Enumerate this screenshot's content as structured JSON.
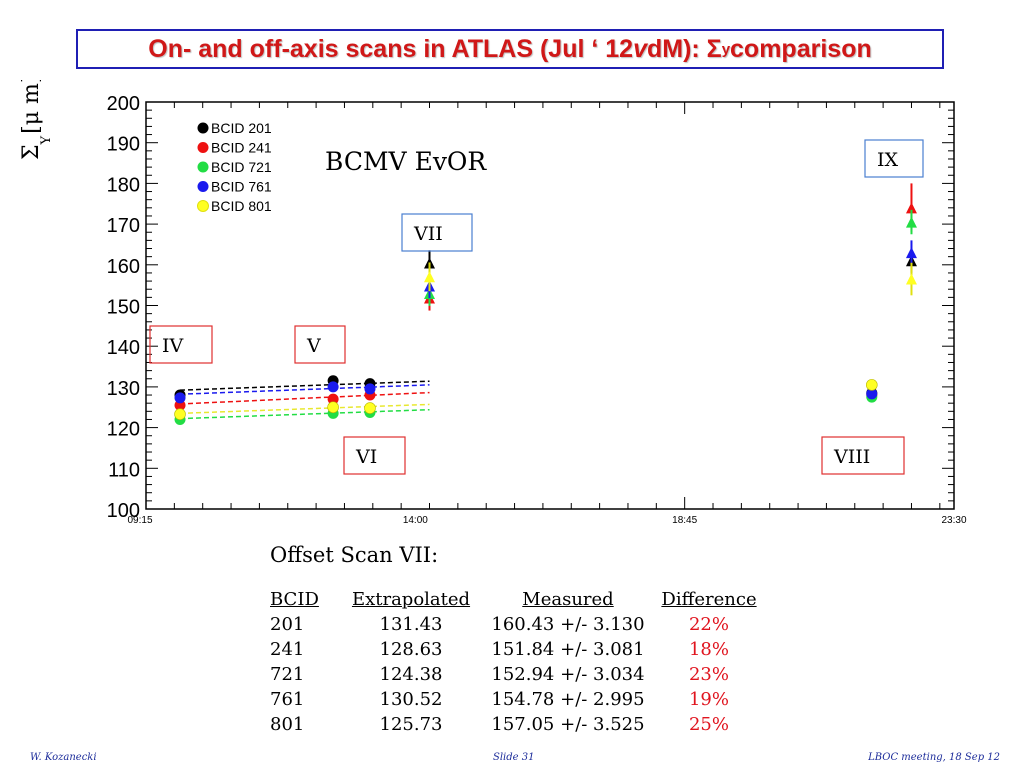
{
  "slide": {
    "title_parts": {
      "lead": "On- and off-axis scans in ATLAS (Jul ‘ 12 ",
      "italic": "v",
      "mid": "dM): Σ",
      "sub": "y",
      "tail": " comparison"
    },
    "footer_left": "W. Kozanecki",
    "footer_center": "Slide 31",
    "footer_right": "LBOC meeting, 18 Sep 12"
  },
  "chart_data": {
    "type": "scatter",
    "title": "BCMV EvOR",
    "ylabel_main": "Σ",
    "ylabel_sub": "Y",
    "ylabel_unit": "[μ m]",
    "ylim": [
      100,
      200
    ],
    "yticks": [
      "200",
      "190",
      "180",
      "170",
      "160",
      "150",
      "140",
      "130",
      "120",
      "110",
      "100"
    ],
    "xlim": [
      "09:15",
      "23:30"
    ],
    "xticks": [
      {
        "label": "09:15",
        "t": 0.0
      },
      {
        "label": "14:00",
        "t": 4.75
      },
      {
        "label": "18:45",
        "t": 9.5
      },
      {
        "label": "23:30",
        "t": 14.25
      }
    ],
    "legend_position": "top-left",
    "series": [
      {
        "name": "BCID 201",
        "color": "#000000",
        "points": [
          {
            "t": 0.6,
            "y": 128.0
          },
          {
            "t": 3.3,
            "y": 131.5
          },
          {
            "t": 3.95,
            "y": 130.8
          },
          {
            "t": 12.8,
            "y": 128.5
          }
        ],
        "fit": [
          {
            "t": 0.6,
            "y": 129.2
          },
          {
            "t": 5.0,
            "y": 131.4
          }
        ],
        "arrow": {
          "t": 5.0,
          "y": 160.43,
          "err": 3.13
        },
        "arrow2": {
          "t": 13.5,
          "y": 161.0,
          "err": 3.0
        }
      },
      {
        "name": "BCID 241",
        "color": "#ee1111",
        "points": [
          {
            "t": 0.6,
            "y": 125.5
          },
          {
            "t": 3.3,
            "y": 127.0
          },
          {
            "t": 3.95,
            "y": 128.0
          },
          {
            "t": 12.8,
            "y": 128.0
          }
        ],
        "fit": [
          {
            "t": 0.6,
            "y": 125.8
          },
          {
            "t": 5.0,
            "y": 128.6
          }
        ],
        "arrow": {
          "t": 5.0,
          "y": 151.84,
          "err": 3.081
        },
        "arrow2": {
          "t": 13.5,
          "y": 174.0,
          "err": 6.0
        }
      },
      {
        "name": "BCID 721",
        "color": "#22dd44",
        "points": [
          {
            "t": 0.6,
            "y": 122.0
          },
          {
            "t": 3.3,
            "y": 123.5
          },
          {
            "t": 3.95,
            "y": 123.7
          },
          {
            "t": 12.8,
            "y": 127.5
          }
        ],
        "fit": [
          {
            "t": 0.6,
            "y": 122.2
          },
          {
            "t": 5.0,
            "y": 124.4
          }
        ],
        "arrow": {
          "t": 5.0,
          "y": 152.94,
          "err": 3.034
        },
        "arrow2": {
          "t": 13.5,
          "y": 170.5,
          "err": 3.0
        }
      },
      {
        "name": "BCID 761",
        "color": "#1a1aee",
        "points": [
          {
            "t": 0.6,
            "y": 127.3
          },
          {
            "t": 3.3,
            "y": 130.0
          },
          {
            "t": 3.95,
            "y": 129.5
          },
          {
            "t": 12.8,
            "y": 128.3
          }
        ],
        "fit": [
          {
            "t": 0.6,
            "y": 128.2
          },
          {
            "t": 5.0,
            "y": 130.5
          }
        ],
        "arrow": {
          "t": 5.0,
          "y": 154.78,
          "err": 2.995
        },
        "arrow2": {
          "t": 13.5,
          "y": 163.0,
          "err": 3.0
        }
      },
      {
        "name": "BCID 801",
        "color": "#ffff22",
        "points": [
          {
            "t": 0.6,
            "y": 123.3
          },
          {
            "t": 3.3,
            "y": 125.0
          },
          {
            "t": 3.95,
            "y": 124.8
          },
          {
            "t": 12.8,
            "y": 130.5
          }
        ],
        "fit": [
          {
            "t": 0.6,
            "y": 123.5
          },
          {
            "t": 5.0,
            "y": 125.7
          }
        ],
        "arrow": {
          "t": 5.0,
          "y": 157.05,
          "err": 3.525
        },
        "arrow2": {
          "t": 13.5,
          "y": 156.5,
          "err": 4.0
        }
      }
    ],
    "scan_labels": [
      {
        "text": "IV",
        "border": "#e03030"
      },
      {
        "text": "V",
        "border": "#e03030"
      },
      {
        "text": "VI",
        "border": "#e03030"
      },
      {
        "text": "VII",
        "border": "#4a7fd0"
      },
      {
        "text": "VIII",
        "border": "#e03030"
      },
      {
        "text": "IX",
        "border": "#4a7fd0"
      }
    ]
  },
  "table": {
    "caption": "Offset Scan VII:",
    "headers": [
      "BCID",
      "Extrapolated",
      "Measured",
      "Difference"
    ],
    "rows": [
      [
        "201",
        "131.43",
        "160.43 +/- 3.130",
        "22%"
      ],
      [
        "241",
        "128.63",
        "151.84 +/- 3.081",
        "18%"
      ],
      [
        "721",
        "124.38",
        "152.94 +/- 3.034",
        "23%"
      ],
      [
        "761",
        "130.52",
        "154.78 +/- 2.995",
        "19%"
      ],
      [
        "801",
        "125.73",
        "157.05 +/- 3.525",
        "25%"
      ]
    ]
  }
}
